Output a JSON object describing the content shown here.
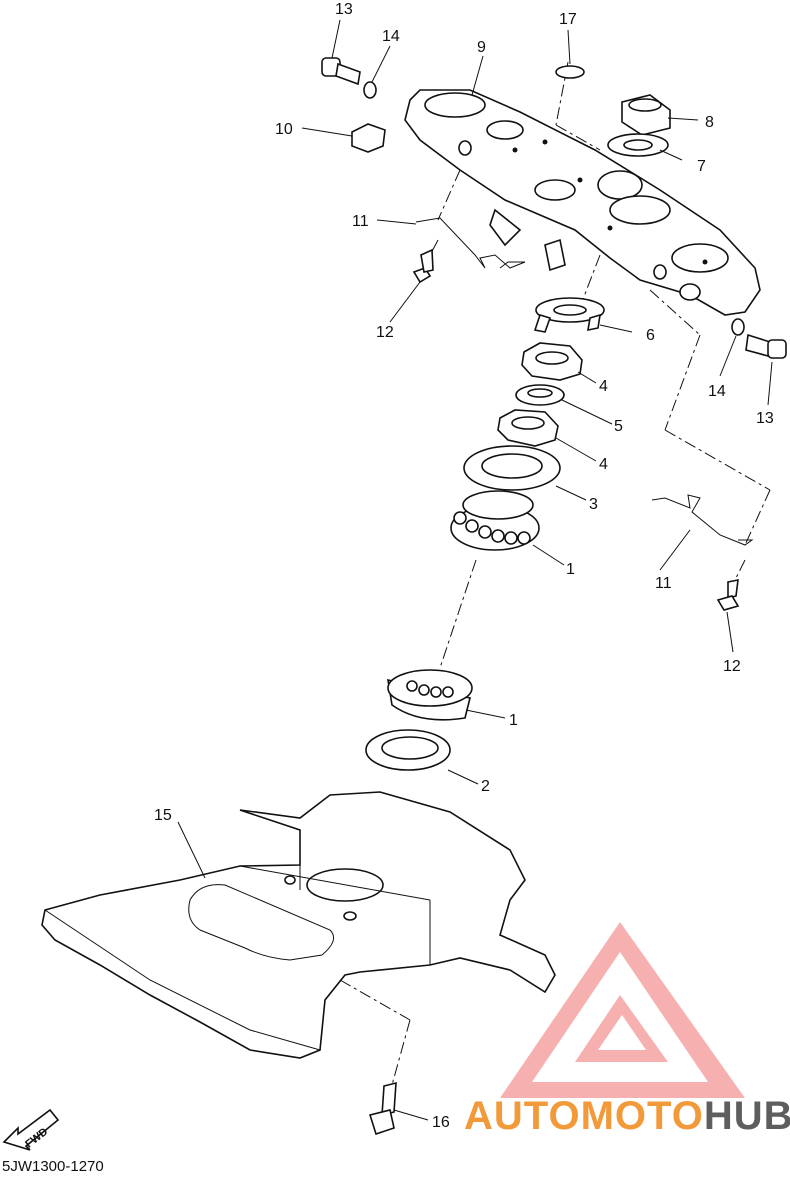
{
  "diagram": {
    "code": "5JW1300-1270",
    "fwd_label": "FWD",
    "callouts": [
      {
        "part": "bolt-top-left",
        "label": "13"
      },
      {
        "part": "washer-top-left",
        "label": "14"
      },
      {
        "part": "upper-bracket",
        "label": "9"
      },
      {
        "part": "cap",
        "label": "17"
      },
      {
        "part": "nut-top",
        "label": "8"
      },
      {
        "part": "washer-top",
        "label": "7"
      },
      {
        "part": "damper",
        "label": "10"
      },
      {
        "part": "clip-left",
        "label": "11"
      },
      {
        "part": "screw-left",
        "label": "12"
      },
      {
        "part": "lock-washer",
        "label": "6"
      },
      {
        "part": "ring-nut-upper",
        "label": "4"
      },
      {
        "part": "rubber-washer",
        "label": "5"
      },
      {
        "part": "ring-nut-lower",
        "label": "4"
      },
      {
        "part": "bearing-cover",
        "label": "3"
      },
      {
        "part": "bearing-upper",
        "label": "1"
      },
      {
        "part": "washer-right",
        "label": "14"
      },
      {
        "part": "bolt-right",
        "label": "13"
      },
      {
        "part": "clip-right",
        "label": "11"
      },
      {
        "part": "screw-right",
        "label": "12"
      },
      {
        "part": "bearing-lower",
        "label": "1"
      },
      {
        "part": "seal",
        "label": "2"
      },
      {
        "part": "under-bracket",
        "label": "15"
      },
      {
        "part": "bolt-bottom",
        "label": "16"
      }
    ]
  },
  "watermark": {
    "part1": "AUTO",
    "part2": "MOTO",
    "part3": "HUB",
    "colors": {
      "logo": "#f4a0a0",
      "auto": "#f29a3a",
      "hub": "#5e5e5e"
    }
  }
}
